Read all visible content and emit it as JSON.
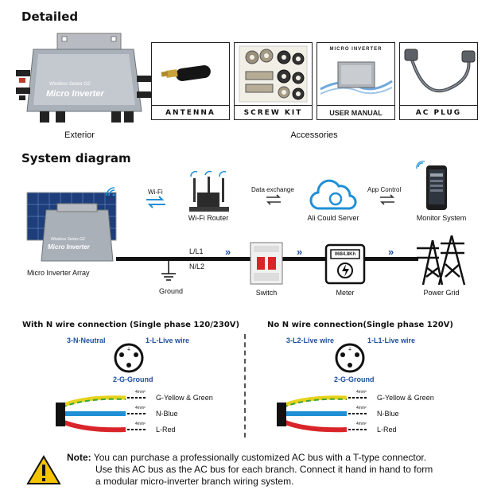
{
  "headings": {
    "detailed": "Detailed",
    "system": "System diagram"
  },
  "product": {
    "series": "Wireless Series G2",
    "name": "Micro Inverter",
    "caption": "Exterior"
  },
  "accessories": {
    "caption": "Accessories",
    "items": [
      {
        "label": "ANTENNA"
      },
      {
        "label": "SCREW KIT"
      },
      {
        "label": "USER MANUAL",
        "manual_title": "MICRO INVERTER"
      },
      {
        "label": "AC PLUG"
      }
    ]
  },
  "system": {
    "wifi": "Wi-Fi",
    "router": "Wi-Fi Router",
    "data_exchange": "Data exchange",
    "cloud": "Ali Could Server",
    "app_control": "App Control",
    "monitor": "Monitor System",
    "array": "Micro Inverter Array",
    "l1": "L/L1",
    "n_l2": "N/L2",
    "ground": "Ground",
    "switch": "Switch",
    "meter": "Meter",
    "meter_reading": "0684.8Kh",
    "grid": "Power Grid"
  },
  "wiring": {
    "left": {
      "title": "With N wire connection (Single phase 120/230V)",
      "pin3": "3-N-Neutral",
      "pin1": "1-L-Live wire",
      "pin2": "2-G-Ground",
      "wires": [
        "G-Yellow & Green",
        "N-Blue",
        "L-Red"
      ]
    },
    "right": {
      "title": "No N wire connection(Single phase 120V)",
      "pin3": "3-L2-Live wire",
      "pin1": "1-L1-Live wire",
      "pin2": "2-G-Ground",
      "wires": [
        "G-Yellow & Green",
        "N-Blue",
        "L-Red"
      ]
    },
    "size_label": "4mm²"
  },
  "note": {
    "prefix": "Note:",
    "line1": "You can purchase a professionally customized AC bus with a T-type connector.",
    "line2": "Use this AC bus as the AC bus for each branch. Connect it hand in hand to form",
    "line3": "a modular micro-inverter branch wiring system."
  },
  "colors": {
    "accent_blue": "#1e4fa0",
    "wire_yellow": "#e7d21c",
    "wire_green": "#3aa53a",
    "wire_blue": "#1f8fd6",
    "wire_red": "#d9252a",
    "warning_yellow": "#f5c400"
  }
}
